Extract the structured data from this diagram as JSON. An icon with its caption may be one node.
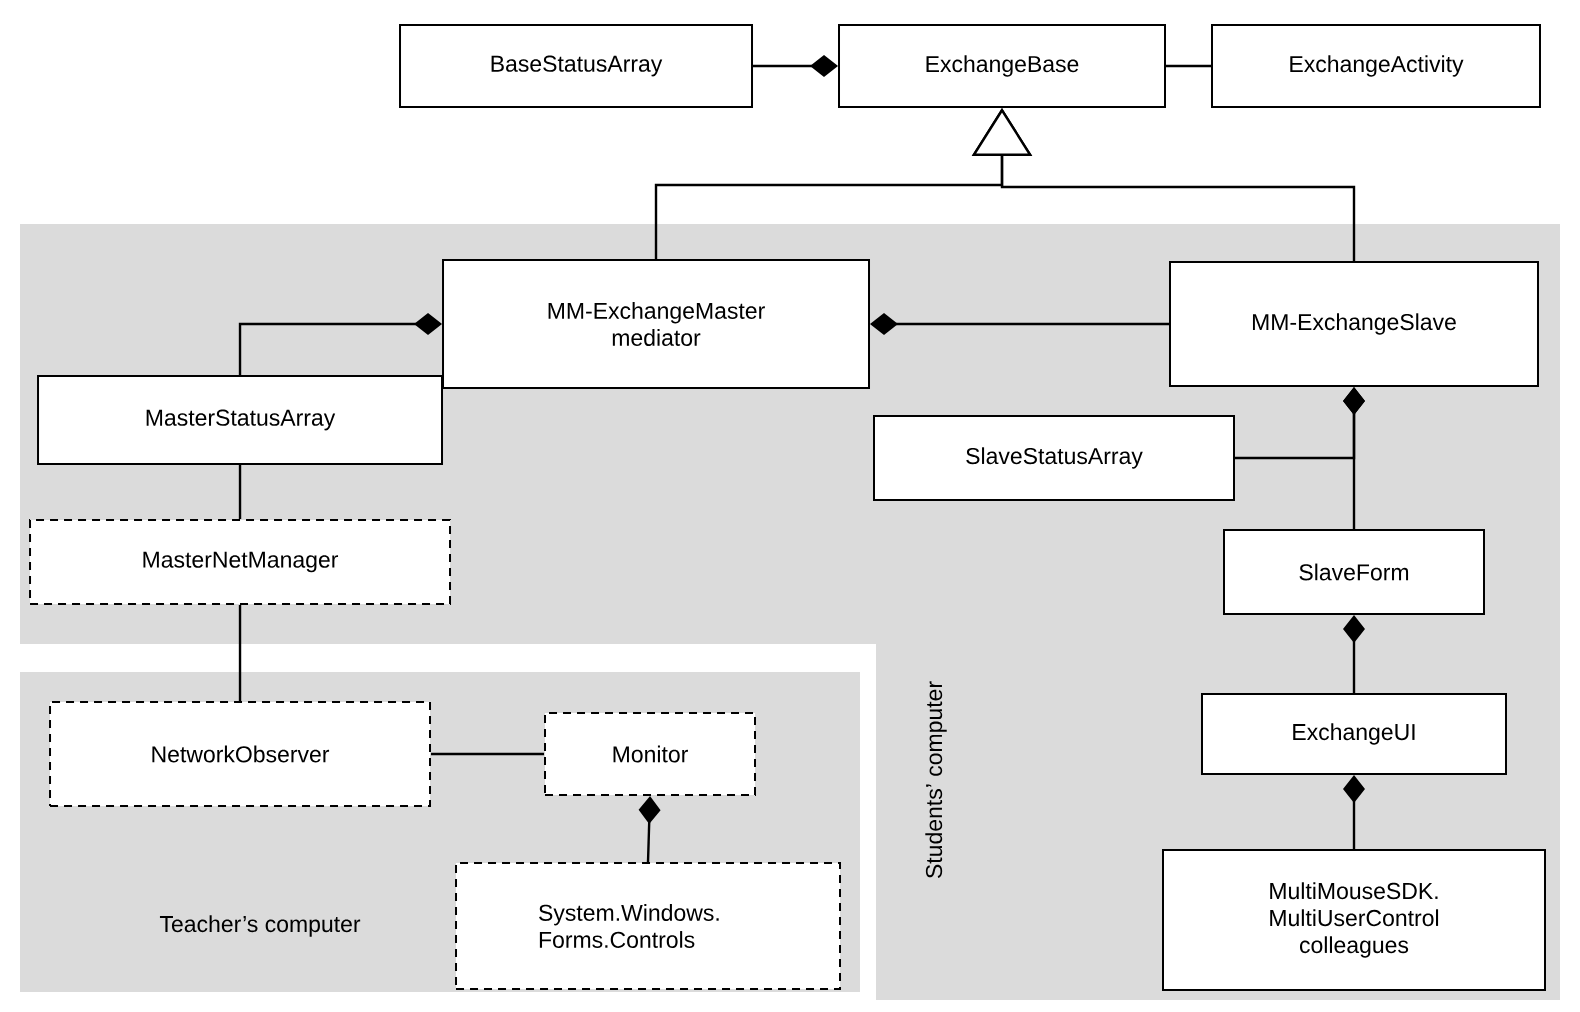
{
  "diagram": {
    "nodes": [
      {
        "text": [
          "BaseStatusArray"
        ]
      },
      {
        "text": [
          "ExchangeBase"
        ]
      },
      {
        "text": [
          "ExchangeActivity"
        ]
      },
      {
        "text": [
          "Students’ computer"
        ]
      },
      {
        "text": [
          "MM-ExchangeMaster mediator"
        ],
        "in": 3
      },
      {
        "text": [
          "MM-ExchangeSlave"
        ],
        "in": 3
      },
      {
        "text": [
          "MasterStatusArray"
        ],
        "in": 3
      },
      {
        "text": [
          "SlaveStatusArray"
        ],
        "in": 3
      },
      {
        "text": [
          "MasterNetManager"
        ],
        "in": 3
      },
      {
        "text": [
          "SlaveForm"
        ],
        "in": 3
      },
      {
        "text": [
          "ExchangeUI"
        ],
        "in": 3
      },
      {
        "text": [
          "MultiMouseSDK. MultiUserControl colleagues"
        ],
        "in": 3
      },
      {
        "text": [
          "Teacher’s computer"
        ]
      },
      {
        "text": [
          "NetworkObserver"
        ],
        "in": 12
      },
      {
        "text": [
          "Monitor"
        ],
        "in": 12
      },
      {
        "text": [
          "System.Windows. Forms.Controls"
        ],
        "in": 12
      }
    ],
    "edges": [
      {
        "from": 0,
        "to": 1,
        "arrow": "other"
      },
      {
        "from": 1,
        "to": 2,
        "arrow": "none"
      },
      {
        "from": 4,
        "to": 1,
        "arrow": "to"
      },
      {
        "from": 5,
        "to": 1,
        "arrow": "to"
      },
      {
        "from": 6,
        "to": 4,
        "arrow": "other"
      },
      {
        "from": 5,
        "to": 4,
        "arrow": "other"
      },
      {
        "from": 7,
        "to": 5,
        "arrow": "other"
      },
      {
        "from": 9,
        "to": 5,
        "arrow": "other"
      },
      {
        "from": 8,
        "to": 6,
        "arrow": "none"
      },
      {
        "from": 10,
        "to": 9,
        "arrow": "other"
      },
      {
        "from": 11,
        "to": 10,
        "arrow": "other"
      },
      {
        "from": 13,
        "to": 8,
        "arrow": "none"
      },
      {
        "from": 13,
        "to": 14,
        "arrow": "none"
      },
      {
        "from": 15,
        "to": 14,
        "arrow": "other"
      }
    ]
  }
}
